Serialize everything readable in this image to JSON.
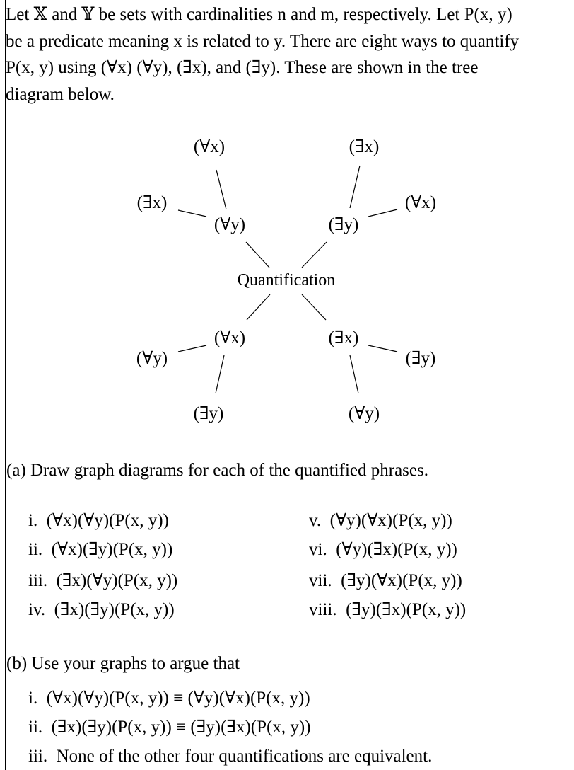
{
  "intro": {
    "lines": [
      "Let 𝕏 and 𝕐 be sets with cardinalities n and m, respectively. Let P(x, y)",
      "be a predicate meaning x is related to y. There are eight ways to quantify",
      "P(x, y) using (∀x) (∀y), (∃x), and (∃y). These are shown in the tree",
      "diagram below."
    ]
  },
  "tree": {
    "root": "Quantification",
    "upper_left_inner": "(∀y)",
    "upper_left_outer_top": "(∀x)",
    "upper_left_outer_side": "(∃x)",
    "upper_right_inner": "(∃y)",
    "upper_right_outer_top": "(∃x)",
    "upper_right_outer_side": "(∀x)",
    "lower_left_inner": "(∀x)",
    "lower_left_outer_side": "(∀y)",
    "lower_left_outer_bottom": "(∃y)",
    "lower_right_inner": "(∃x)",
    "lower_right_outer_side": "(∃y)",
    "lower_right_outer_bottom": "(∀y)"
  },
  "part_a": {
    "prompt": "(a)  Draw graph diagrams for each of the quantified phrases.",
    "items": [
      {
        "num": "i.",
        "expr": "(∀x)(∀y)(P(x, y))"
      },
      {
        "num": "ii.",
        "expr": "(∀x)(∃y)(P(x, y))"
      },
      {
        "num": "iii.",
        "expr": "(∃x)(∀y)(P(x, y))"
      },
      {
        "num": "iv.",
        "expr": "(∃x)(∃y)(P(x, y))"
      },
      {
        "num": "v.",
        "expr": "(∀y)(∀x)(P(x, y))"
      },
      {
        "num": "vi.",
        "expr": "(∀y)(∃x)(P(x, y))"
      },
      {
        "num": "vii.",
        "expr": "(∃y)(∀x)(P(x, y))"
      },
      {
        "num": "viii.",
        "expr": "(∃y)(∃x)(P(x, y))"
      }
    ]
  },
  "part_b": {
    "prompt": "(b)  Use your graphs to argue that",
    "items": [
      {
        "num": "i.",
        "text": "(∀x)(∀y)(P(x, y)) ≡ (∀y)(∀x)(P(x, y))"
      },
      {
        "num": "ii.",
        "text": "(∃x)(∃y)(P(x, y)) ≡ (∃y)(∃x)(P(x, y))"
      },
      {
        "num": "iii.",
        "text": "None of the other four quantifications are equivalent."
      }
    ]
  }
}
